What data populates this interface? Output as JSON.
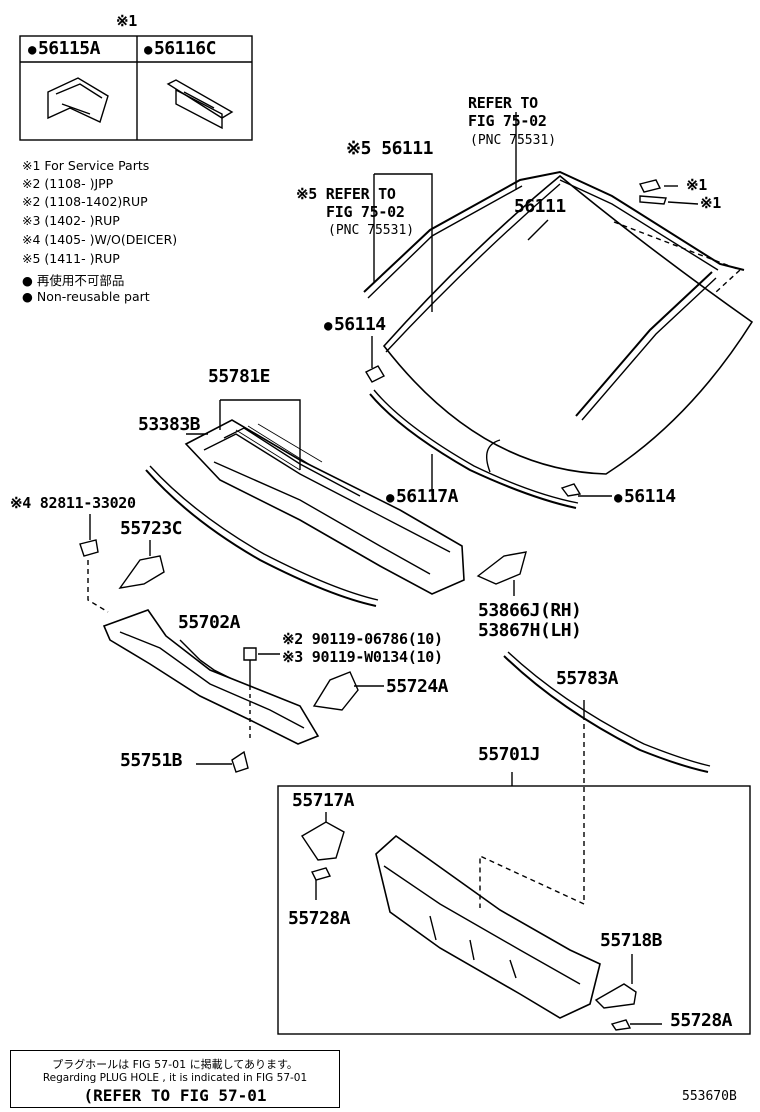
{
  "service_box": {
    "note_mark": "※1",
    "part_a": "56115A",
    "part_b": "56116C"
  },
  "legend": [
    "※1 For Service Parts",
    "※2 (1108-      )JPP",
    "※2 (1108-1402)RUP",
    "※3 (1402-      )RUP",
    "※4 (1405-      )W/O(DEICER)",
    "※5 (1411-      )RUP",
    "● 再使用不可部品",
    "● Non-reusable part"
  ],
  "refer_top": {
    "line1": "REFER TO",
    "line2": "FIG 75-02",
    "line3": "(PNC 75531)"
  },
  "refer_left": {
    "line1": "※5 REFER TO",
    "line2": "FIG 75-02",
    "line3": "(PNC 75531)"
  },
  "labels": {
    "p56111_top": "※5 56111",
    "p56111": "56111",
    "mark1_a": "※1",
    "mark1_b": "※1",
    "p56114_left": "56114",
    "p56114_right": "56114",
    "p56117A": "56117A",
    "p55781E": "55781E",
    "p53383B": "53383B",
    "p82811": "※4 82811-33020",
    "p55723C": "55723C",
    "p55702A": "55702A",
    "p90119a": "※2 90119-06786(10)",
    "p90119b": "※3 90119-W0134(10)",
    "p55724A": "55724A",
    "p53866J": "53866J(RH)",
    "p53867H": "53867H(LH)",
    "p55783A": "55783A",
    "p55751B": "55751B",
    "p55701J": "55701J",
    "p55717A": "55717A",
    "p55728A_left": "55728A",
    "p55718B": "55718B",
    "p55728A_right": "55728A"
  },
  "note": {
    "jp": "プラグホールは FIG 57-01 に掲載してあります。",
    "en": "Regarding  PLUG  HOLE , it is indicated in FIG  57-01",
    "ref": "(REFER TO FIG 57-01"
  },
  "diagram_id": "553670B"
}
